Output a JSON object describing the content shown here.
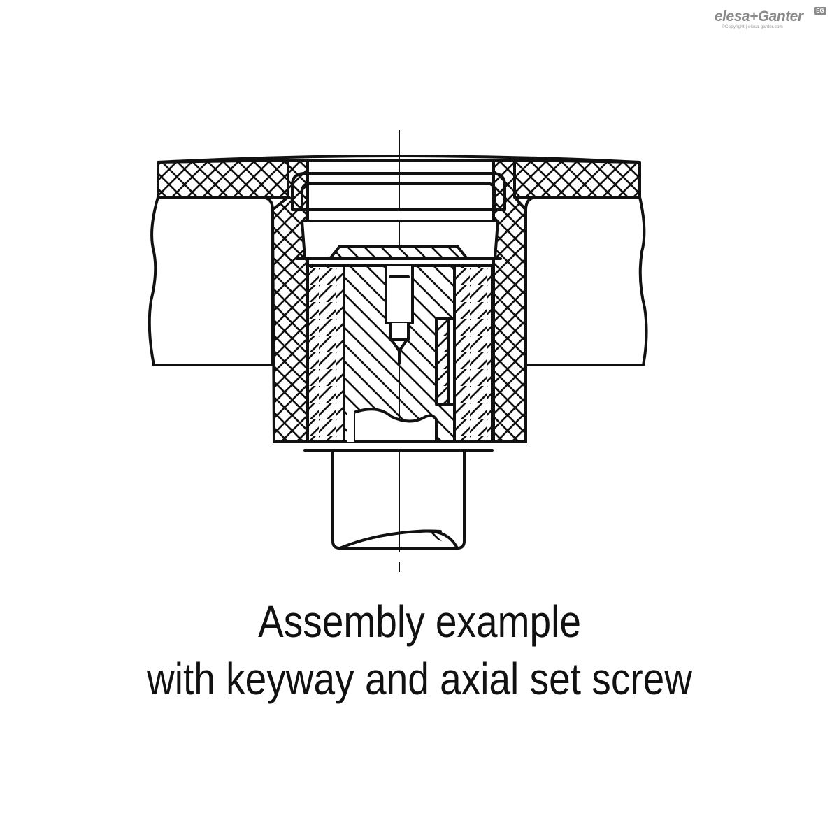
{
  "logo": {
    "brand": "elesa+Ganter",
    "badge": "EG",
    "copyright": "©Copyright | elesa-ganter.com"
  },
  "caption": {
    "line1": "Assembly example",
    "line2": "with keyway and axial set screw"
  },
  "colors": {
    "ink": "#111111",
    "logo_gray": "#8a8a8a",
    "background": "#ffffff"
  }
}
